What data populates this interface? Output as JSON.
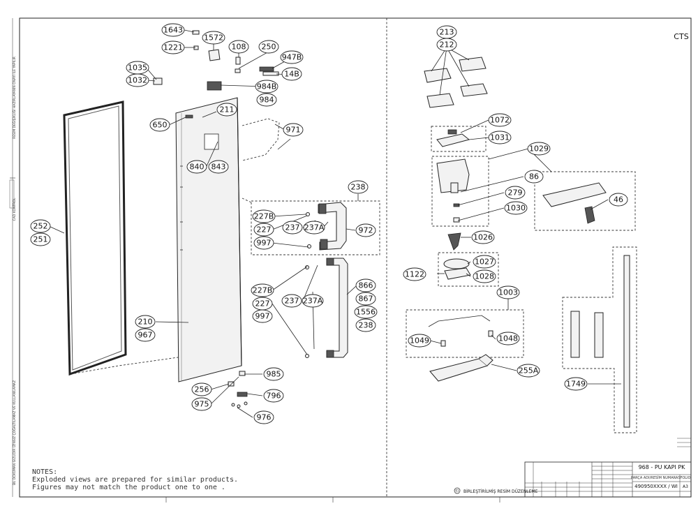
{
  "brand": "CTS",
  "side_texts": {
    "top": "RESİM DEĞİŞİKLİĞİ HAZIRLAYANIN ONAYI İLE YAPILIR",
    "middle": "CAD KONTROL",
    "bottom": "BU DOKÜMAN GİZLİDİR İZİNSİZ ÇOĞALTILAMAZ VE KULLANILAMAZ"
  },
  "notes": {
    "heading": "NOTES:",
    "line1": "Exploded views are prepared for similar products.",
    "line2": "Figures  may not match the product one to one ."
  },
  "revision_note": {
    "symbol": "E1",
    "text": "BİRLEŞTİRİLMİŞ RESİM DÜZENLEME"
  },
  "title_block": {
    "title": "968 - PU KAPI PK",
    "drawing_no": "490950XXXX / WI",
    "name_header": "PARÇA ADI/RESİM NUMARASI",
    "sheet_label": "FOLIO",
    "sheet_no": "A3"
  },
  "labels": {
    "l1643": "1643",
    "l1221": "1221",
    "l1572": "1572",
    "l108": "108",
    "l250": "250",
    "l947b": "947B",
    "l14b": "14B",
    "l984b": "984B",
    "l984": "984",
    "l1035": "1035",
    "l1032": "1032",
    "l211": "211",
    "l650": "650",
    "l971": "971",
    "l840": "840",
    "l843": "843",
    "l252": "252",
    "l251": "251",
    "l238a": "238",
    "l227b_1": "227B",
    "l227_1": "227",
    "l997_1": "997",
    "l237_1": "237",
    "l237a_1": "237A",
    "l972": "972",
    "l227b_2": "227B",
    "l227_2": "227",
    "l997_2": "997",
    "l237_2": "237",
    "l237a_2": "237A",
    "l866": "866",
    "l867": "867",
    "l1556": "1556",
    "l238b": "238",
    "l210": "210",
    "l967": "967",
    "l256": "256",
    "l975": "975",
    "l985": "985",
    "l796": "796",
    "l976": "976",
    "l213": "213",
    "l212": "212",
    "l1072": "1072",
    "l1031": "1031",
    "l1029": "1029",
    "l86": "86",
    "l279": "279",
    "l1030": "1030",
    "l46": "46",
    "l1026": "1026",
    "l1027": "1027",
    "l1122": "1122",
    "l1028": "1028",
    "l1003": "1003",
    "l1049": "1049",
    "l1048": "1048",
    "l255a": "255A",
    "l1749": "1749"
  }
}
